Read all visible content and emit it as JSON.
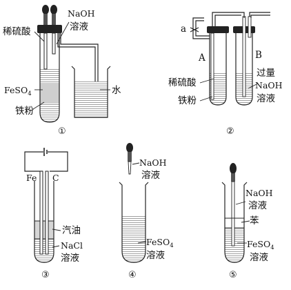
{
  "figure1": {
    "dilute_h2so4": "稀硫酸",
    "naoh_line1": "NaOH",
    "naoh_line2": "溶液",
    "feso4_main": "FeSO",
    "feso4_sub": "4",
    "iron_powder": "铁粉",
    "water": "水",
    "number": "①"
  },
  "figure2": {
    "valve_a": "a",
    "tube_A": "A",
    "tube_B": "B",
    "dilute_h2so4": "稀硫酸",
    "iron_powder": "铁粉",
    "excess": "过量",
    "naoh": "NaOH",
    "solution": "溶液",
    "number": "②"
  },
  "figure3": {
    "fe": "Fe",
    "c": "C",
    "gasoline": "汽油",
    "nacl": "NaCl",
    "solution": "溶液",
    "number": "③"
  },
  "figure4": {
    "naoh": "NaOH",
    "solution1": "溶液",
    "feso4_main": "FeSO",
    "feso4_sub": "4",
    "solution2": "溶液",
    "number": "④"
  },
  "figure5": {
    "naoh": "NaOH",
    "solution1": "溶液",
    "benzene": "苯",
    "feso4_main": "FeSO",
    "feso4_sub": "4",
    "solution2": "溶液",
    "number": "⑤"
  }
}
